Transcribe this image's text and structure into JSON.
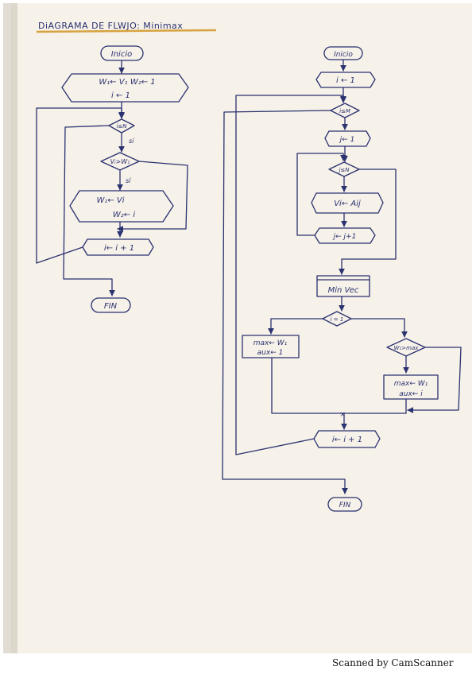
{
  "title": "DiAGRAMA DE FLWJO: Minimax",
  "footer": "Scanned by CamScanner",
  "colors": {
    "ink": "#2b3270",
    "paper": "#f6f1e9",
    "title_underline": "#d6a340"
  },
  "left_flow": {
    "start": "Inicio",
    "init_line1": "W₁← V₁   W₂← 1",
    "init_line2": "i ← 1",
    "cond_loop": "i≤N",
    "yes_loop": "sí",
    "cond_compare": "Vᵢ>W₁",
    "yes_compare": "sí",
    "assign_line1": "W₁← Vi",
    "assign_line2": "W₂← i",
    "increment": "i← i + 1",
    "end": "FIN"
  },
  "right_flow": {
    "start": "Inicio",
    "init": "i ← 1",
    "cond_i": "i≤M",
    "init_j": "j← 1",
    "cond_j": "j≤N",
    "assign_v": "Vi← Aij",
    "increment_j": "j← j+1",
    "subroutine": "Min Vec",
    "cond_first": "i = 1",
    "assign_first_line1": "max← W₁",
    "assign_first_line2": "aux← 1",
    "cond_max": "W₁>max",
    "assign_max_line1": "max← W₁",
    "assign_max_line2": "aux← i",
    "increment_i": "i← i + 1",
    "end": "FIN"
  }
}
